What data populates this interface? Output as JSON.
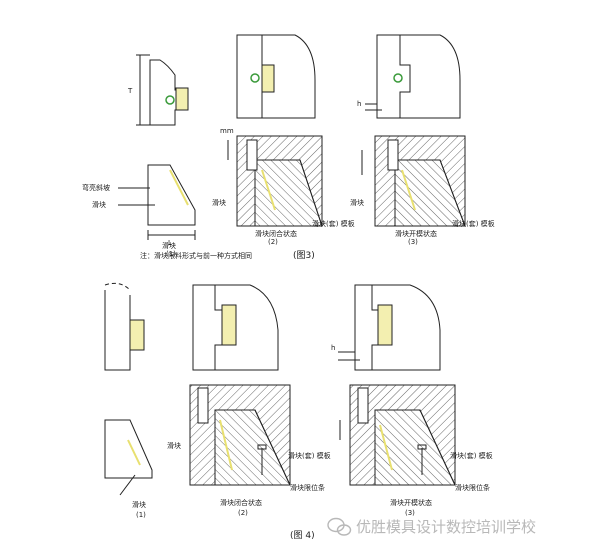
{
  "figure3": {
    "labels": {
      "T": "T",
      "h": "h",
      "dim_mark": "mm",
      "cuxing_xiepo": "弯亮斜坡",
      "huakuai_a": "滑块",
      "L": "L",
      "huakuai_b": "滑块",
      "huakuai_c": "滑块",
      "sub1_title": "滑块",
      "sub1_num": "(1)",
      "sub2_title": "滑块闭合状态",
      "sub2_num": "(2)",
      "sub3_title": "滑块开模状态",
      "sub3_num": "(3)",
      "moban2": "滑块(套) 模板",
      "moban3": "滑块(套) 模板",
      "note": "注：滑块限料形式与前一种方式相同",
      "caption": "(图3)"
    }
  },
  "figure4": {
    "labels": {
      "h": "h",
      "huakuai1": "滑块",
      "sub1_num": "(1)",
      "huakuai2": "滑块",
      "moban2": "滑块(套) 模板",
      "sub2_title": "滑块闭合状态",
      "sub2_num": "(2)",
      "xianwei2": "滑块限位条",
      "moban3": "滑块(套) 模板",
      "xianwei3": "滑块限位条",
      "sub3_title": "滑块开模状态",
      "sub3_num": "(3)",
      "caption": "(图 4)"
    }
  },
  "watermark": {
    "icon": "wechat-icon",
    "text": "优胜模具设计数控培训学校"
  },
  "colors": {
    "line": "#222222",
    "hatch": "#555555",
    "highlight": "#e8e070",
    "green": "#3a9a3a",
    "watermark": "#b8b8b8"
  }
}
